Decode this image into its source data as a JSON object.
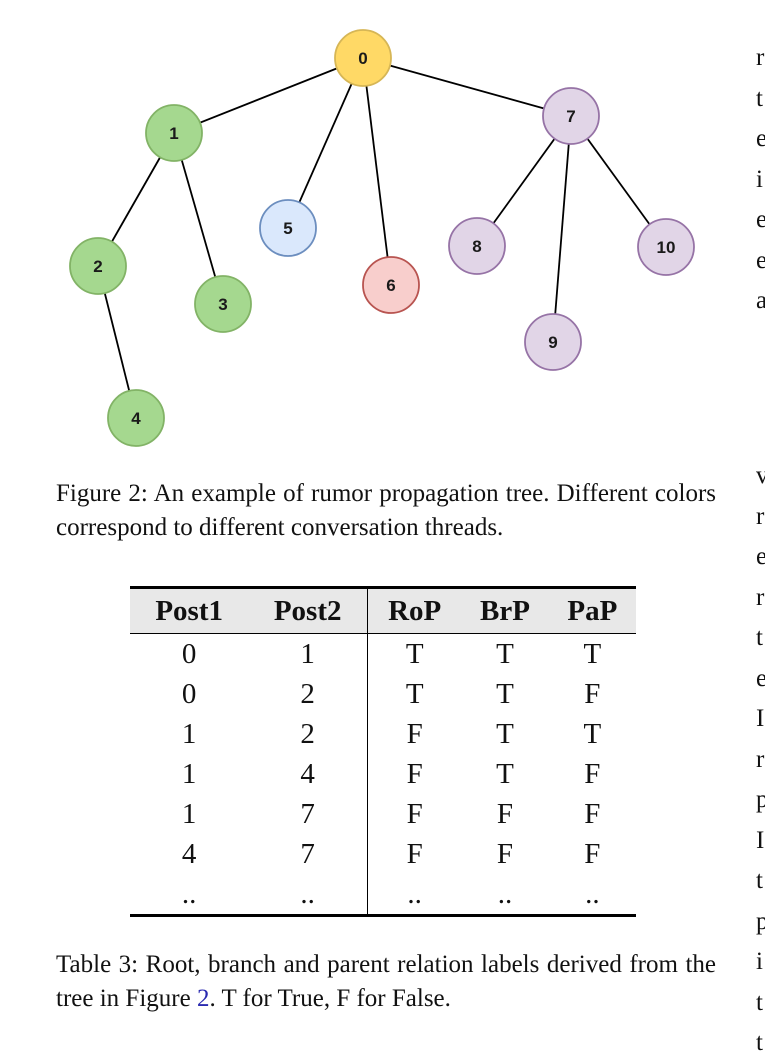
{
  "tree": {
    "nodes": [
      {
        "id": "0",
        "fill": "#ffd966",
        "stroke": "#d6b656"
      },
      {
        "id": "1",
        "fill": "#a5d88f",
        "stroke": "#82b366"
      },
      {
        "id": "2",
        "fill": "#a5d88f",
        "stroke": "#82b366"
      },
      {
        "id": "3",
        "fill": "#a5d88f",
        "stroke": "#82b366"
      },
      {
        "id": "4",
        "fill": "#a5d88f",
        "stroke": "#82b366"
      },
      {
        "id": "5",
        "fill": "#dae8fc",
        "stroke": "#6c8ebf"
      },
      {
        "id": "6",
        "fill": "#f8cecc",
        "stroke": "#b85450"
      },
      {
        "id": "7",
        "fill": "#e1d5e7",
        "stroke": "#9673a6"
      },
      {
        "id": "8",
        "fill": "#e1d5e7",
        "stroke": "#9673a6"
      },
      {
        "id": "9",
        "fill": "#e1d5e7",
        "stroke": "#9673a6"
      },
      {
        "id": "10",
        "fill": "#e1d5e7",
        "stroke": "#9673a6"
      }
    ],
    "edges": [
      [
        "0",
        "1"
      ],
      [
        "0",
        "5"
      ],
      [
        "0",
        "6"
      ],
      [
        "0",
        "7"
      ],
      [
        "1",
        "2"
      ],
      [
        "1",
        "3"
      ],
      [
        "2",
        "4"
      ],
      [
        "7",
        "8"
      ],
      [
        "7",
        "9"
      ],
      [
        "7",
        "10"
      ]
    ]
  },
  "figure_caption": "Figure 2: An example of rumor propagation tree. Different colors correspond to different conversation threads.",
  "table": {
    "headers": [
      "Post1",
      "Post2",
      "RoP",
      "BrP",
      "PaP"
    ],
    "rows": [
      [
        "0",
        "1",
        "T",
        "T",
        "T"
      ],
      [
        "0",
        "2",
        "T",
        "T",
        "F"
      ],
      [
        "1",
        "2",
        "F",
        "T",
        "T"
      ],
      [
        "1",
        "4",
        "F",
        "T",
        "F"
      ],
      [
        "1",
        "7",
        "F",
        "F",
        "F"
      ],
      [
        "4",
        "7",
        "F",
        "F",
        "F"
      ],
      [
        "..",
        "..",
        "..",
        "..",
        ".."
      ]
    ]
  },
  "table_caption": {
    "before": "Table 3: Root, branch and parent relation labels derived from the tree in Figure ",
    "ref": "2",
    "after": ". T for True, F for False."
  },
  "right_column_fragments": {
    "top": [
      "r",
      "t",
      "e",
      "i",
      "e",
      "e",
      "a"
    ],
    "bottom": [
      "v",
      "r",
      "e",
      "r",
      "t",
      "e",
      "I",
      "r",
      "p",
      "I",
      "t",
      "p",
      "i",
      "t",
      "t"
    ]
  }
}
